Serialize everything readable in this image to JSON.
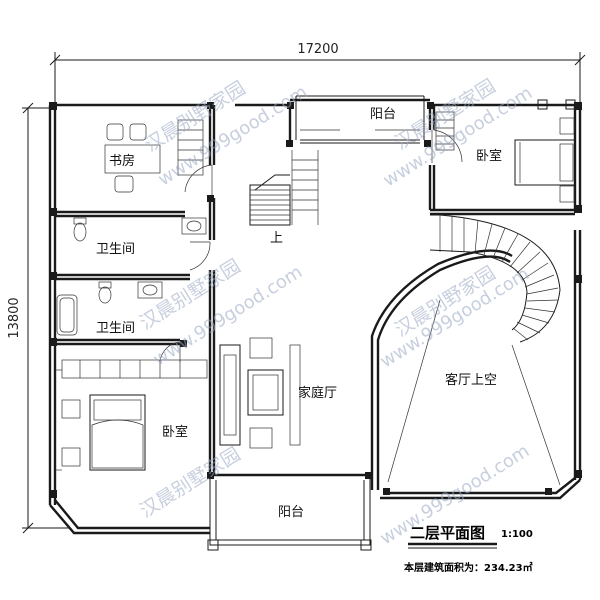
{
  "dimensions": {
    "width": "17200",
    "height": "13800"
  },
  "rooms": {
    "study": "书房",
    "bathroom_1": "卫生间",
    "bathroom_2": "卫生间",
    "bedroom_left": "卧室",
    "bedroom_right": "卧室",
    "balcony_top": "阳台",
    "balcony_bottom": "阳台",
    "family_hall": "家庭厅",
    "living_void": "客厅上空",
    "stair_mark": "上"
  },
  "title": {
    "name": "二层平面图",
    "scale": "1:100"
  },
  "area_note": "本层建筑面积为：234.23㎡",
  "watermarks": [
    {
      "cn": "汉晨别野家园",
      "url": "www.999good.com"
    },
    {
      "cn": "汉晨别墅家园",
      "url": "www.999good.com"
    },
    {
      "cn": "汉晨别墅家园",
      "url": "www.999good.com"
    },
    {
      "cn": "汉晨别野家园",
      "url": "www.999good.com"
    },
    {
      "cn": "汉晨别墅家园",
      "url": "www.999good.com"
    }
  ],
  "colors": {
    "line": "#1a1a1a",
    "watermark": "#9aa9c4"
  }
}
